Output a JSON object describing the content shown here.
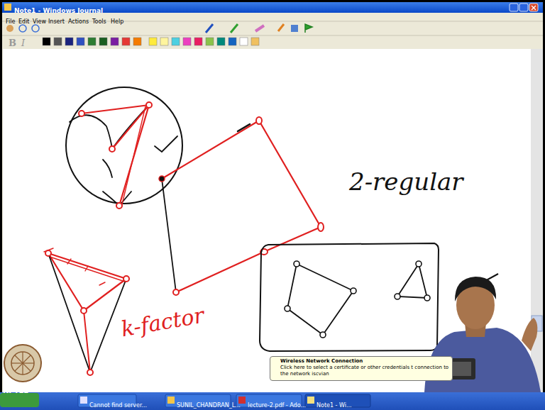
{
  "diagram": {
    "title": "Note1 - Windows Journal",
    "nodes": [
      {
        "text": [
          "Wireless Network Connection",
          "Click here to select a certificate or other credentials t connection to the network iscvian"
        ]
      }
    ],
    "labels": [
      "File",
      "Edit",
      "View",
      "Insert",
      "Actions",
      "Tools",
      "Help",
      "B",
      "I",
      "2-regular",
      "k-factor",
      "NPTEL",
      "Cannot find server...",
      "SUNIL_CHANDRAN_L...",
      "lecture-2.pdf - Ado...",
      "Note1 - Wi..."
    ]
  }
}
